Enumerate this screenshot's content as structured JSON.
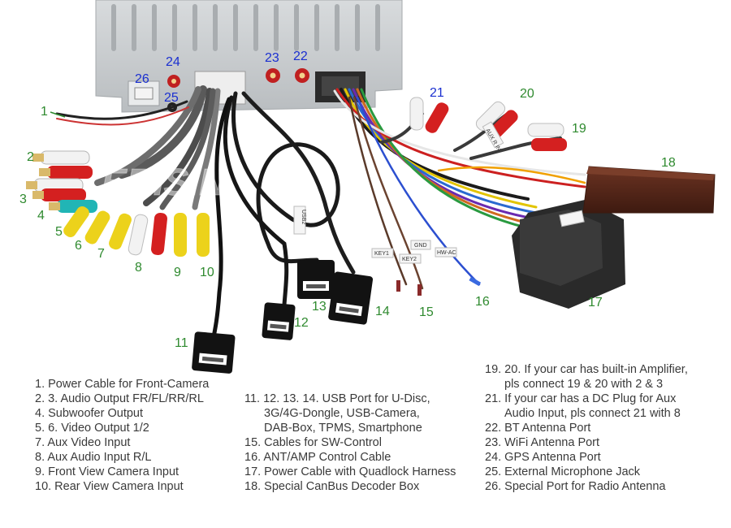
{
  "callouts": {
    "n1": "1",
    "n2": "2",
    "n3": "3",
    "n4": "4",
    "n5": "5",
    "n6": "6",
    "n7": "7",
    "n8": "8",
    "n9": "9",
    "n10": "10",
    "n11": "11",
    "n12": "12",
    "n13": "13",
    "n14": "14",
    "n15": "15",
    "n16": "16",
    "n17": "17",
    "n18": "18",
    "n19": "19",
    "n20": "20",
    "n21": "21",
    "n22": "22",
    "n23": "23",
    "n24": "24",
    "n25": "25",
    "n26": "26"
  },
  "watermark": "ERISIN",
  "cable_tags": {
    "usb2": "USB2",
    "aux_r_in": "AUX R IN",
    "key1": "KEY1",
    "key2": "KEY2",
    "gnd": "GND",
    "hw_ac": "HW-AC"
  },
  "legend": {
    "col1": [
      "1. Power Cable for Front-Camera",
      "2. 3. Audio Output FR/FL/RR/RL",
      "4. Subwoofer Output",
      "5. 6. Video Output 1/2",
      "7. Aux Video Input",
      "8. Aux Audio Input R/L",
      "9. Front View Camera Input",
      "10. Rear View Camera Input"
    ],
    "col2": [
      "11. 12. 13. 14. USB Port for U-Disc,",
      "3G/4G-Dongle, USB-Camera,",
      "DAB-Box, TPMS, Smartphone",
      "15. Cables for SW-Control",
      "16. ANT/AMP Control Cable",
      "17. Power Cable with Quadlock Harness",
      "18. Special CanBus Decoder Box"
    ],
    "col3": [
      "19. 20. If your car has built-in Amplifier,",
      "pls connect 19 & 20 with 2 & 3",
      "21. If your car has a DC Plug for Aux",
      "Audio Input, pls connect 21 with 8",
      "22. BT Antenna Port",
      "23. WiFi Antenna Port",
      "24. GPS Antenna Port",
      "25. External Microphone Jack",
      "26. Special Port for Radio Antenna"
    ]
  },
  "colors": {
    "callout_green": "#2f8a2f",
    "callout_blue": "#1a2fd0",
    "legend_text": "#3a3a3a",
    "unit_body": "#cfd2d4",
    "decoder_box": "#5a2a1c",
    "quadlock": "#2c2c2c"
  },
  "icons": [
    "rca-red",
    "rca-white",
    "rca-yellow",
    "rca-cyan",
    "usb-connector",
    "sma-antenna-port",
    "quadlock-connector",
    "canbus-box"
  ]
}
